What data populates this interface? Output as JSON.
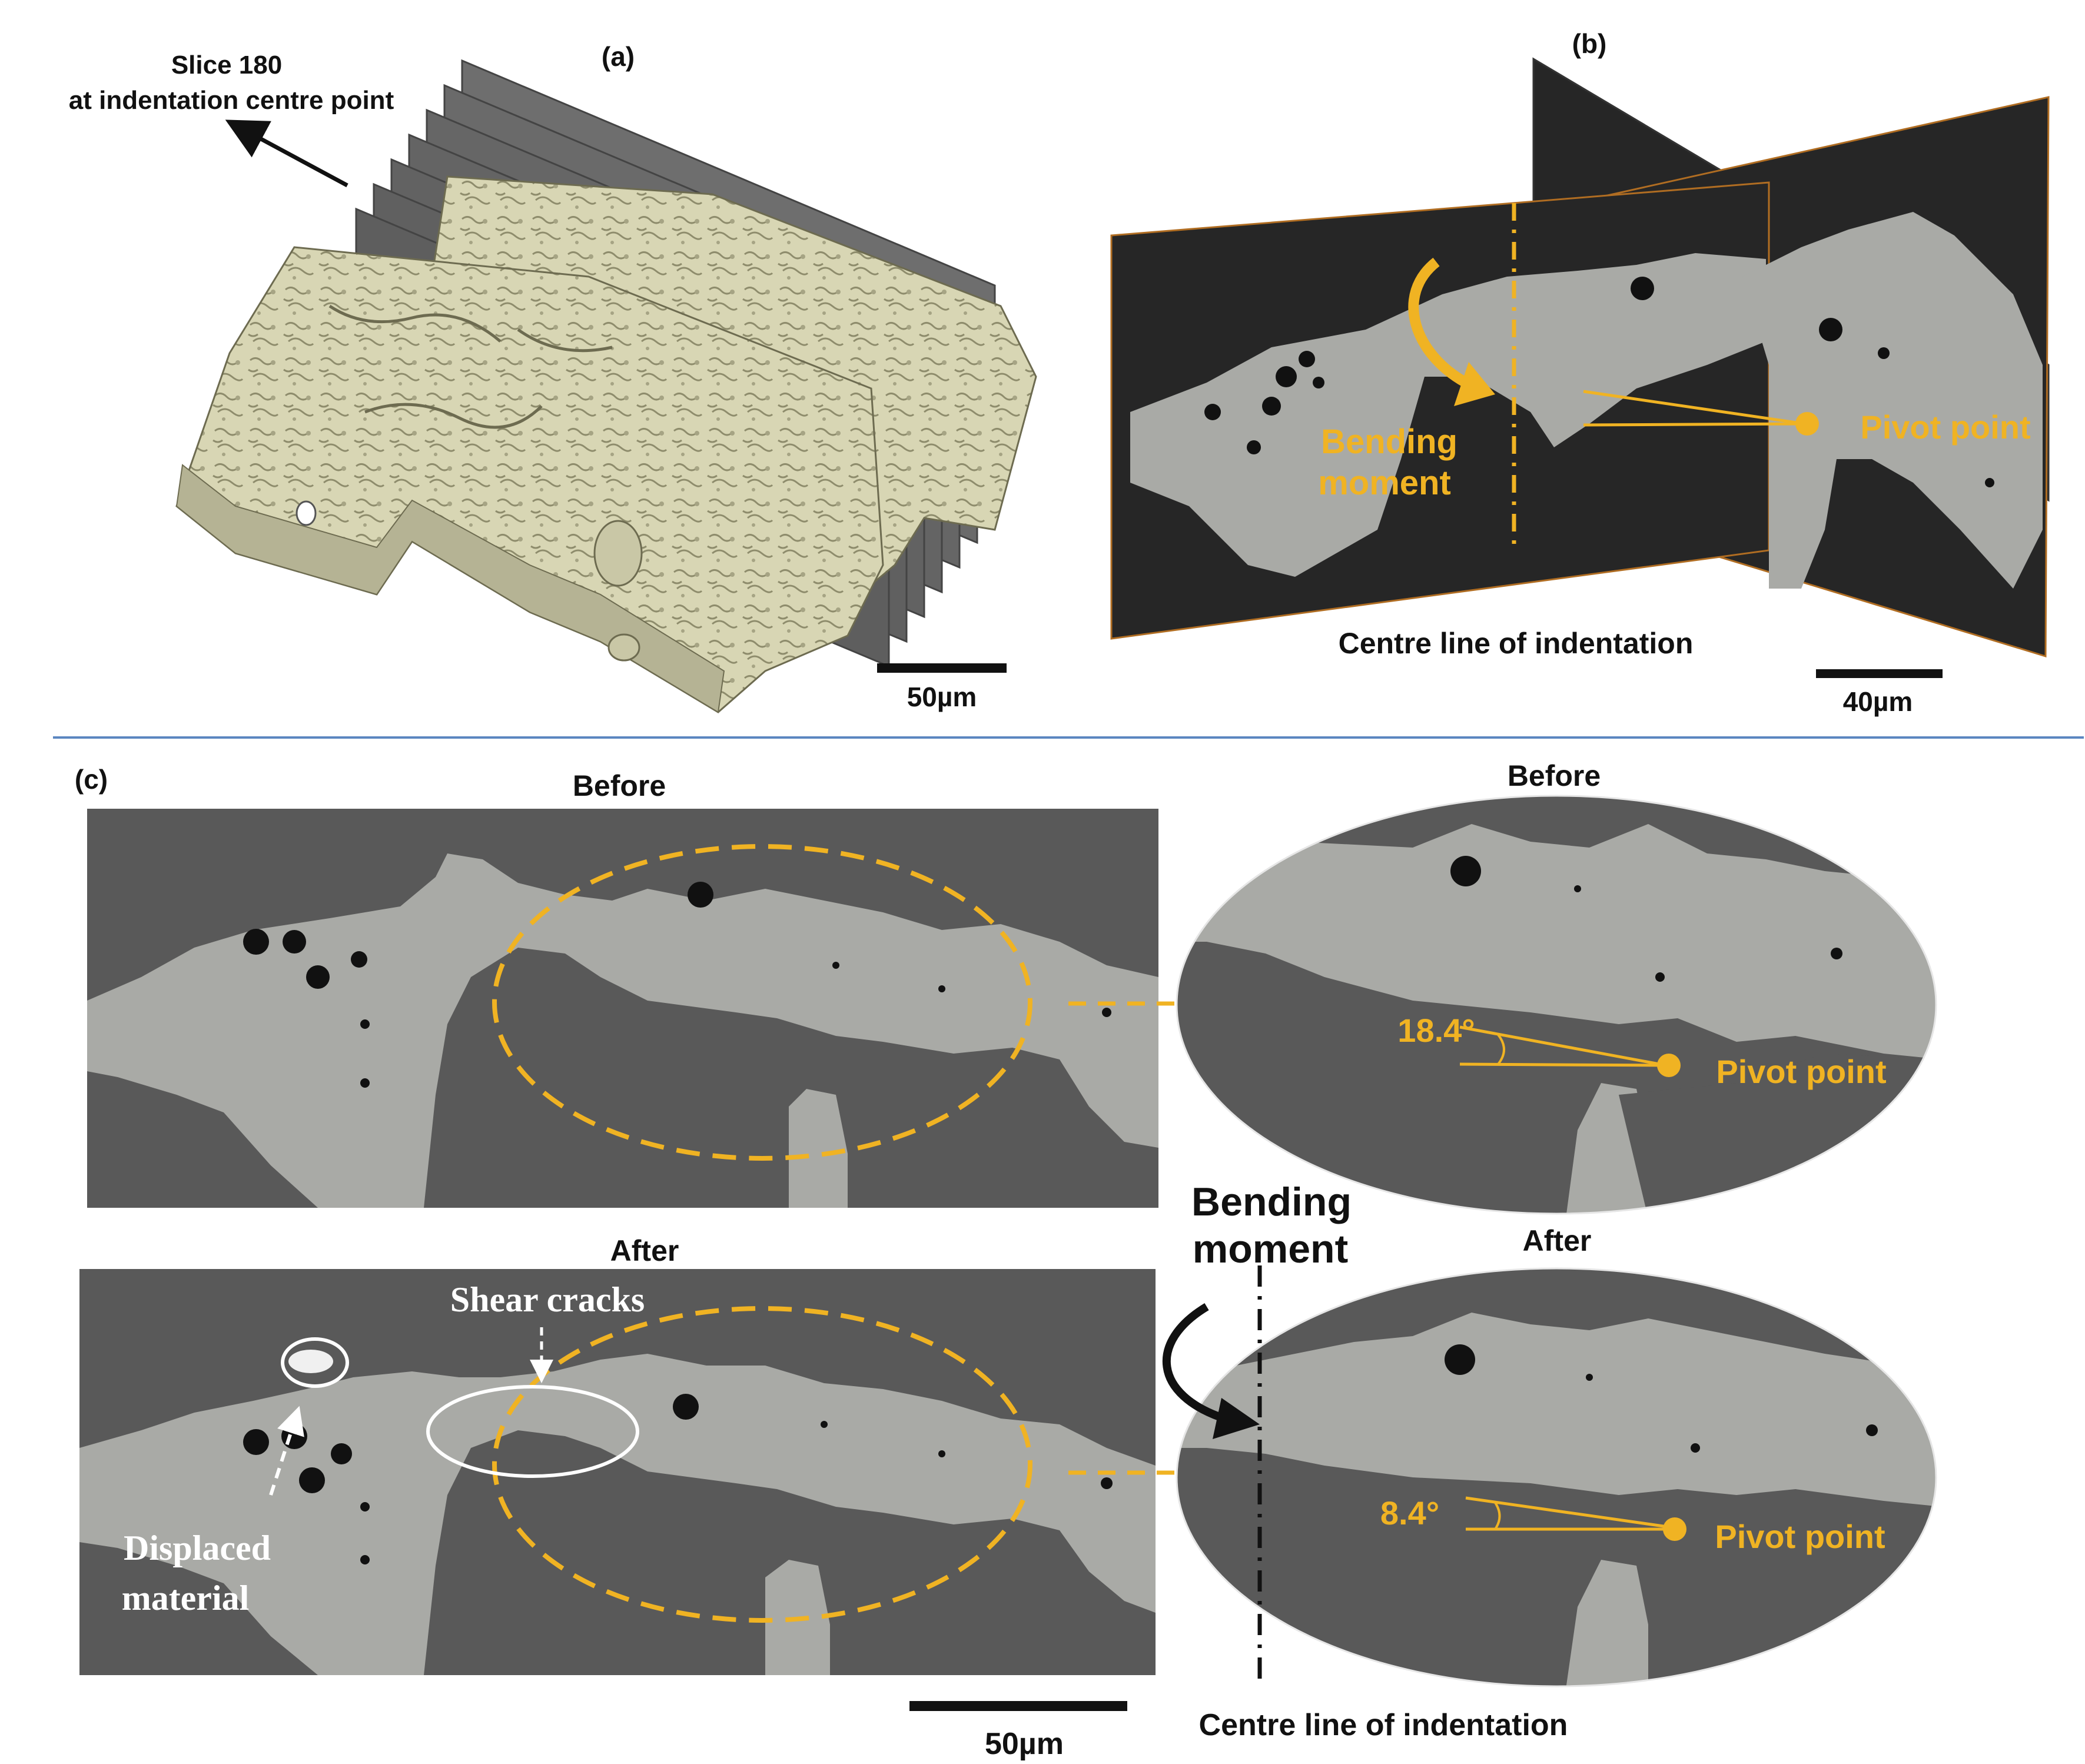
{
  "colors": {
    "accent": "#f0b323",
    "scan_background": "#595959",
    "bone_matrix": "#a9aaa6",
    "dark_panel": "#252525",
    "render_surface": "#d8d6b4",
    "divider": "#5b86c0"
  },
  "panel_a": {
    "tag": "(a)",
    "slice_label_line1": "Slice 180",
    "slice_label_line2": "at indentation centre point",
    "scale_bar": "50µm"
  },
  "panel_b": {
    "tag": "(b)",
    "bending_line1": "Bending",
    "bending_line2": "moment",
    "pivot": "Pivot point",
    "centre_line": "Centre line of indentation",
    "scale_bar": "40µm"
  },
  "panel_c": {
    "tag": "(c)",
    "before": "Before",
    "after": "After",
    "zoom_before": "Before",
    "zoom_after": "After",
    "angle_before": "18.4°",
    "angle_after": "8.4°",
    "pivot_before": "Pivot point",
    "pivot_after": "Pivot point",
    "shear_cracks": "Shear cracks",
    "displaced_line1": "Displaced",
    "displaced_line2": "material",
    "bending_line1": "Bending",
    "bending_line2": "moment",
    "centre_line": "Centre line of indentation",
    "scale_bar": "50µm"
  }
}
